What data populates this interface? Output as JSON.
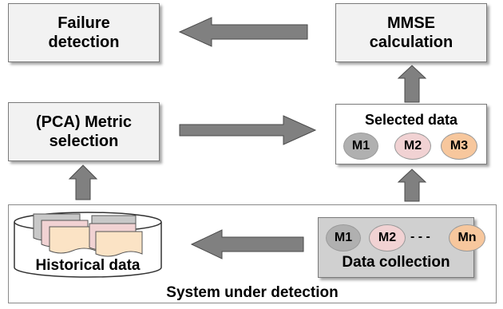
{
  "boxes": {
    "failure_detection": [
      "Failure",
      "detection"
    ],
    "mmse_calculation": [
      "MMSE",
      "calculation"
    ],
    "metric_selection": [
      "(PCA) Metric",
      "selection"
    ],
    "selected_data": "Selected data",
    "data_collection": "Data collection",
    "historical_data": "Historical data"
  },
  "system_label": "System under detection",
  "metrics": {
    "selected": [
      "M1",
      "M2",
      "M3"
    ],
    "collection": [
      "M1",
      "M2",
      "Mn"
    ],
    "ellipsis": "- - -"
  },
  "colors": {
    "box_fill": "#f2f2f2",
    "collection_fill": "#d0d0d0",
    "arrow_fill": "#808080",
    "m1": "#b0b0b0",
    "m2": "#f1d2d3",
    "m3_mn": "#f7c79d"
  }
}
